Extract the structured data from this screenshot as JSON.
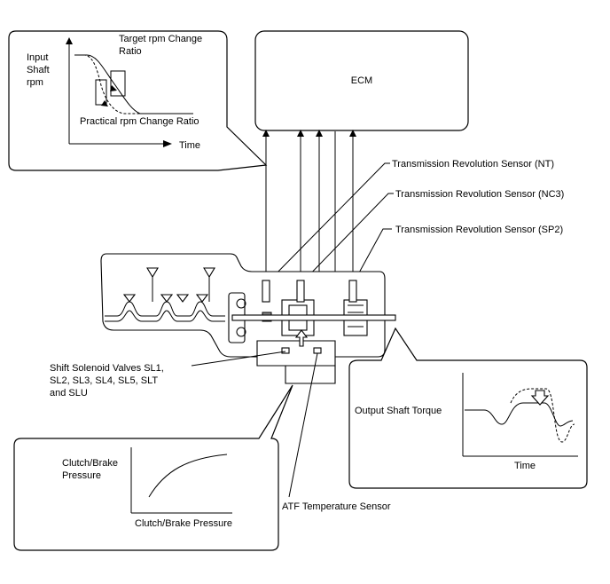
{
  "ecm": {
    "label": "ECM"
  },
  "input_graph": {
    "y_label": [
      "Input",
      "Shaft",
      "rpm"
    ],
    "target_label": [
      "Target rpm Change",
      "Ratio"
    ],
    "practical_label": "Practical rpm Change Ratio",
    "x_label": "Time"
  },
  "sensors": {
    "nt": "Transmission Revolution Sensor (NT)",
    "nc3": "Transmission Revolution Sensor (NC3)",
    "sp2": "Transmission Revolution Sensor (SP2)"
  },
  "solenoid_label": [
    "Shift Solenoid Valves SL1,",
    "SL2, SL3, SL4, SL5, SLT",
    "and SLU"
  ],
  "atf_label": "ATF Temperature Sensor",
  "output_graph": {
    "y_label": "Output Shaft Torque",
    "x_label": "Time"
  },
  "pressure_graph": {
    "y_label": [
      "Clutch/Brake",
      "Pressure"
    ],
    "x_label": "Clutch/Brake Pressure"
  }
}
